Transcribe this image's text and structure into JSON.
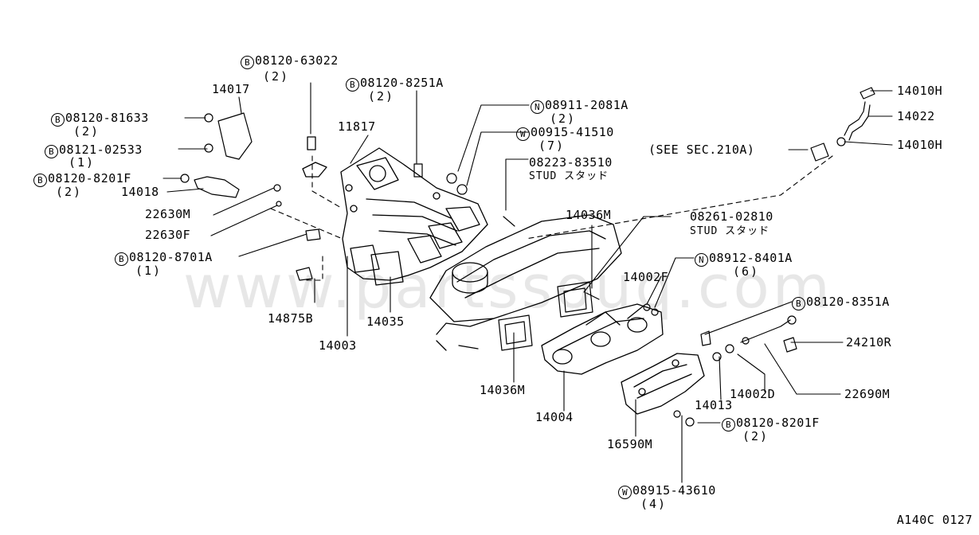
{
  "labels": {
    "b_08120_63022": {
      "prefix": "B",
      "text": "08120-63022",
      "qty": "(2)"
    },
    "p_14017": {
      "text": "14017"
    },
    "b_08120_8251a": {
      "prefix": "B",
      "text": "08120-8251A",
      "qty": "(2)"
    },
    "b_08120_81633": {
      "prefix": "B",
      "text": "08120-81633",
      "qty": "(2)"
    },
    "b_08121_02533": {
      "prefix": "B",
      "text": "08121-02533",
      "qty": "(1)"
    },
    "b_08120_8201f_a": {
      "prefix": "B",
      "text": "08120-8201F",
      "qty": "(2)"
    },
    "p_14018": {
      "text": "14018"
    },
    "p_11817": {
      "text": "11817"
    },
    "p_22630m": {
      "text": "22630M"
    },
    "p_22630f": {
      "text": "22630F"
    },
    "b_08120_8701a": {
      "prefix": "B",
      "text": "08120-8701A",
      "qty": "(1)"
    },
    "p_14875b": {
      "text": "14875B"
    },
    "p_14003": {
      "text": "14003"
    },
    "p_14035": {
      "text": "14035"
    },
    "n_08911_2081a": {
      "prefix": "N",
      "text": "08911-2081A",
      "qty": "(2)"
    },
    "w_00915_41510": {
      "prefix": "W",
      "text": "00915-41510",
      "qty": "(7)"
    },
    "stud_08223_83510": {
      "text": "08223-83510",
      "qty": "STUD スタッド"
    },
    "p_14036m_a": {
      "text": "14036M"
    },
    "stud_08261_02810": {
      "text": "08261-02810",
      "qty": "STUD スタッド"
    },
    "n_08912_8401a": {
      "prefix": "N",
      "text": "08912-8401A",
      "qty": "(6)"
    },
    "p_14002f": {
      "text": "14002F"
    },
    "b_08120_8351a": {
      "prefix": "B",
      "text": "08120-8351A"
    },
    "p_24210r": {
      "text": "24210R"
    },
    "p_14036m_b": {
      "text": "14036M"
    },
    "p_14004": {
      "text": "14004"
    },
    "p_14013": {
      "text": "14013"
    },
    "p_14002d": {
      "text": "14002D"
    },
    "p_22690m": {
      "text": "22690M"
    },
    "b_08120_8201f_b": {
      "prefix": "B",
      "text": "08120-8201F",
      "qty": "(2)"
    },
    "p_16590m": {
      "text": "16590M"
    },
    "w_08915_43610": {
      "prefix": "W",
      "text": "08915-43610",
      "qty": "(4)"
    },
    "p_14010h_a": {
      "text": "14010H"
    },
    "p_14022": {
      "text": "14022"
    },
    "p_14010h_b": {
      "text": "14010H"
    },
    "see_sec": {
      "text": "(SEE SEC.210A)"
    }
  },
  "watermark": "www.partssouq.com",
  "diagram_code": "A140C 0127"
}
